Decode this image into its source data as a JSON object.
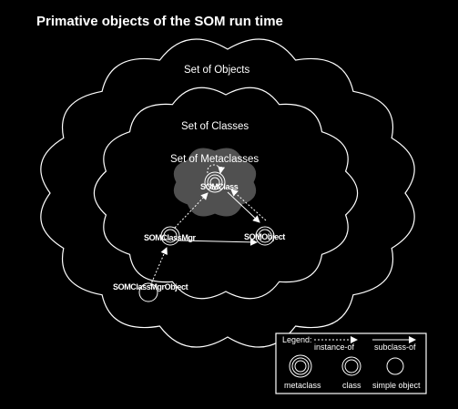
{
  "title": "Primative objects of the SOM run time",
  "regions": {
    "objects": "Set of Objects",
    "classes": "Set of Classes",
    "metaclasses": "Set of Metaclasses"
  },
  "nodes": {
    "somclass": "SOMClass",
    "somclassmgr": "SOMClassMgr",
    "somobject": "SOMObject",
    "somclassmgrobject": "SOMClassMgrObject"
  },
  "legend": {
    "title": "Legend:",
    "instance_of": "instance-of",
    "subclass_of": "subclass-of",
    "metaclass": "metaclass",
    "class": "class",
    "simple_object": "simple object"
  },
  "colors": {
    "background": "#000000",
    "foreground": "#ffffff",
    "metaclass_fill": "#505050"
  }
}
